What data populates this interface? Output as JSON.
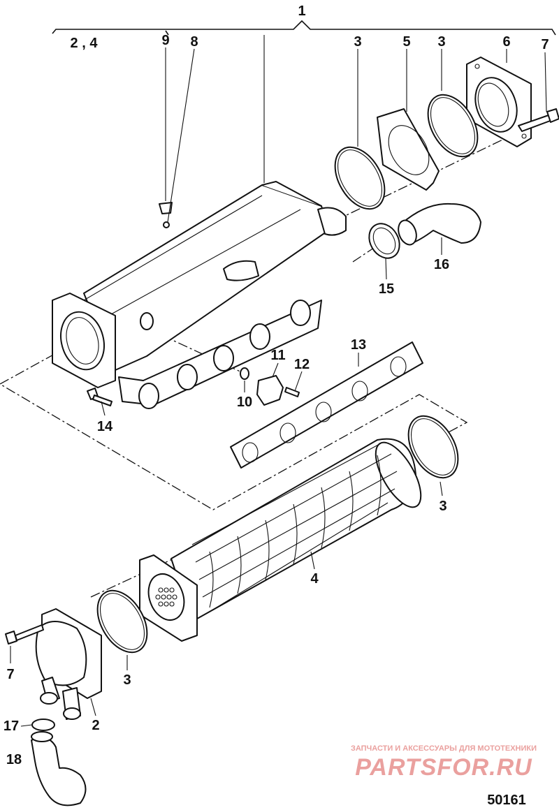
{
  "callouts": {
    "c1": "1",
    "c2_4": "2 , 4",
    "c9": "9",
    "c8": "8",
    "c3a": "3",
    "c5": "5",
    "c3b": "3",
    "c6": "6",
    "c7a": "7",
    "c16": "16",
    "c15": "15",
    "c13": "13",
    "c11": "11",
    "c12": "12",
    "c10": "10",
    "c14": "14",
    "c3c": "3",
    "c4": "4",
    "c3d": "3",
    "c7b": "7",
    "c2": "2",
    "c17": "17",
    "c18": "18"
  },
  "watermark": {
    "small": "ЗАПЧАСТИ И АКСЕССУАРЫ ДЛЯ МОТОТЕХНИКИ",
    "big": "PARTSFOR.RU",
    "color": "#d9534f"
  },
  "figure_number": "50161"
}
